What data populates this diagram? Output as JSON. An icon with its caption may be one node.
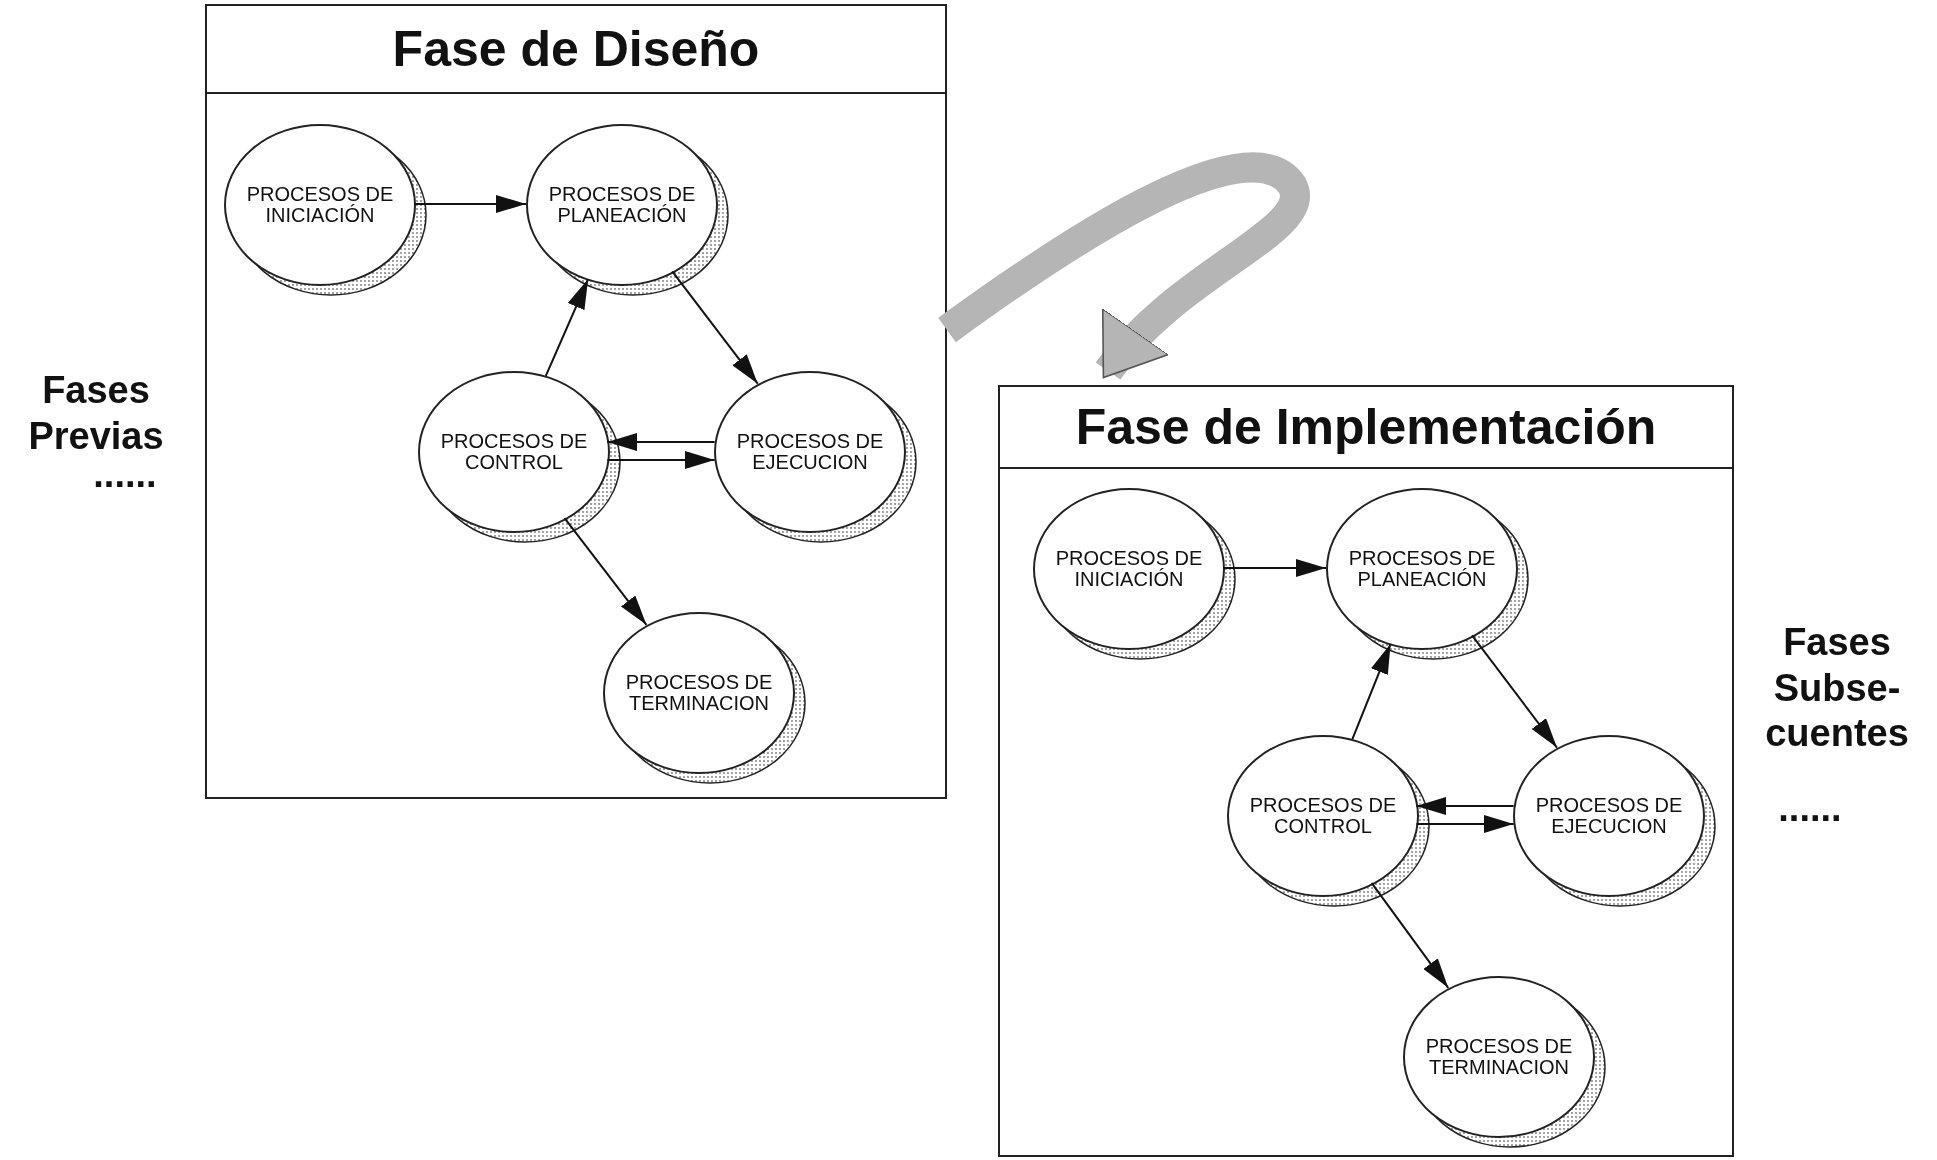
{
  "diagram": {
    "nodes": [
      {
        "text": [
          "Fase de Diseño"
        ]
      },
      {
        "text": [
          "PROCESOS DE INICIACIÓN"
        ],
        "in": 0
      },
      {
        "text": [
          "PROCESOS DE PLANEACIÓN"
        ],
        "in": 0
      },
      {
        "text": [
          "PROCESOS DE CONTROL"
        ],
        "in": 0
      },
      {
        "text": [
          "PROCESOS DE EJECUCION"
        ],
        "in": 0
      },
      {
        "text": [
          "PROCESOS DE TERMINACION"
        ],
        "in": 0
      },
      {
        "text": [
          "Fase de Implementación"
        ]
      },
      {
        "text": [
          "PROCESOS DE INICIACIÓN"
        ],
        "in": 6
      },
      {
        "text": [
          "PROCESOS DE PLANEACIÓN"
        ],
        "in": 6
      },
      {
        "text": [
          "PROCESOS DE CONTROL"
        ],
        "in": 6
      },
      {
        "text": [
          "PROCESOS DE EJECUCION"
        ],
        "in": 6
      },
      {
        "text": [
          "PROCESOS DE TERMINACION"
        ],
        "in": 6
      }
    ],
    "edges": [
      {
        "from": 1,
        "to": 2,
        "arrow": "to"
      },
      {
        "from": 2,
        "to": 4,
        "arrow": "to"
      },
      {
        "from": 3,
        "to": 4,
        "arrow": "to"
      },
      {
        "from": 4,
        "to": 3,
        "arrow": "to"
      },
      {
        "from": 3,
        "to": 5,
        "arrow": "to"
      },
      {
        "from": 3,
        "to": 2,
        "arrow": "to"
      },
      {
        "from": 7,
        "to": 8,
        "arrow": "to"
      },
      {
        "from": 8,
        "to": 10,
        "arrow": "to"
      },
      {
        "from": 9,
        "to": 10,
        "arrow": "to"
      },
      {
        "from": 10,
        "to": 9,
        "arrow": "to"
      },
      {
        "from": 9,
        "to": 11,
        "arrow": "to"
      },
      {
        "from": 9,
        "to": 8,
        "arrow": "to"
      },
      {
        "from": 0,
        "to": 6,
        "arrow": "to",
        "style": "thick",
        "color": "#b5b5b5"
      }
    ],
    "labels": [
      "Fases Previas",
      "......",
      "Fases Subse- cuentes",
      "......"
    ]
  }
}
